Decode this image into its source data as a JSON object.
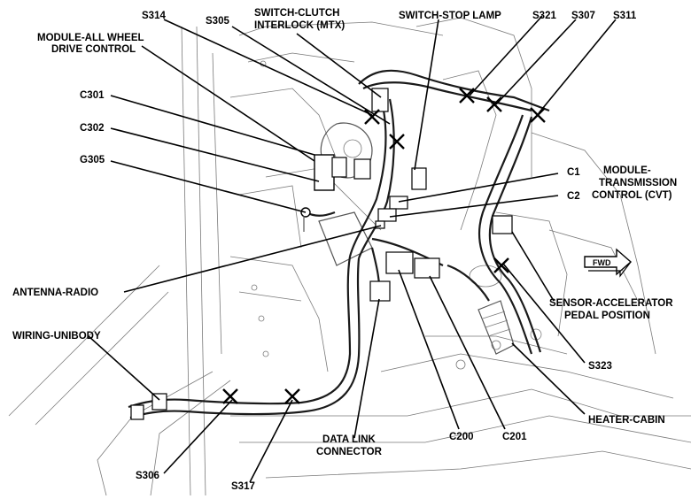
{
  "labels": {
    "s314": "S314",
    "s305": "S305",
    "switch_clutch_1": "SWITCH-CLUTCH",
    "switch_clutch_2": "INTERLOCK (MTX)",
    "switch_stop_lamp": "SWITCH-STOP LAMP",
    "s321": "S321",
    "s307": "S307",
    "s311": "S311",
    "awd_1": "MODULE-ALL WHEEL",
    "awd_2": "DRIVE CONTROL",
    "c301": "C301",
    "c302": "C302",
    "g305": "G305",
    "c1": "C1",
    "c2": "C2",
    "tcm_1": "MODULE-",
    "tcm_2": "TRANSMISSION",
    "tcm_3": "CONTROL (CVT)",
    "fwd": "FWD",
    "antenna_radio": "ANTENNA-RADIO",
    "sensor_app_1": "SENSOR-ACCELERATOR",
    "sensor_app_2": "PEDAL POSITION",
    "wiring_unibody": "WIRING-UNIBODY",
    "s323": "S323",
    "heater_cabin": "HEATER-CABIN",
    "c200": "C200",
    "c201": "C201",
    "dlc_1": "DATA LINK",
    "dlc_2": "CONNECTOR",
    "s306": "S306",
    "s317": "S317"
  }
}
